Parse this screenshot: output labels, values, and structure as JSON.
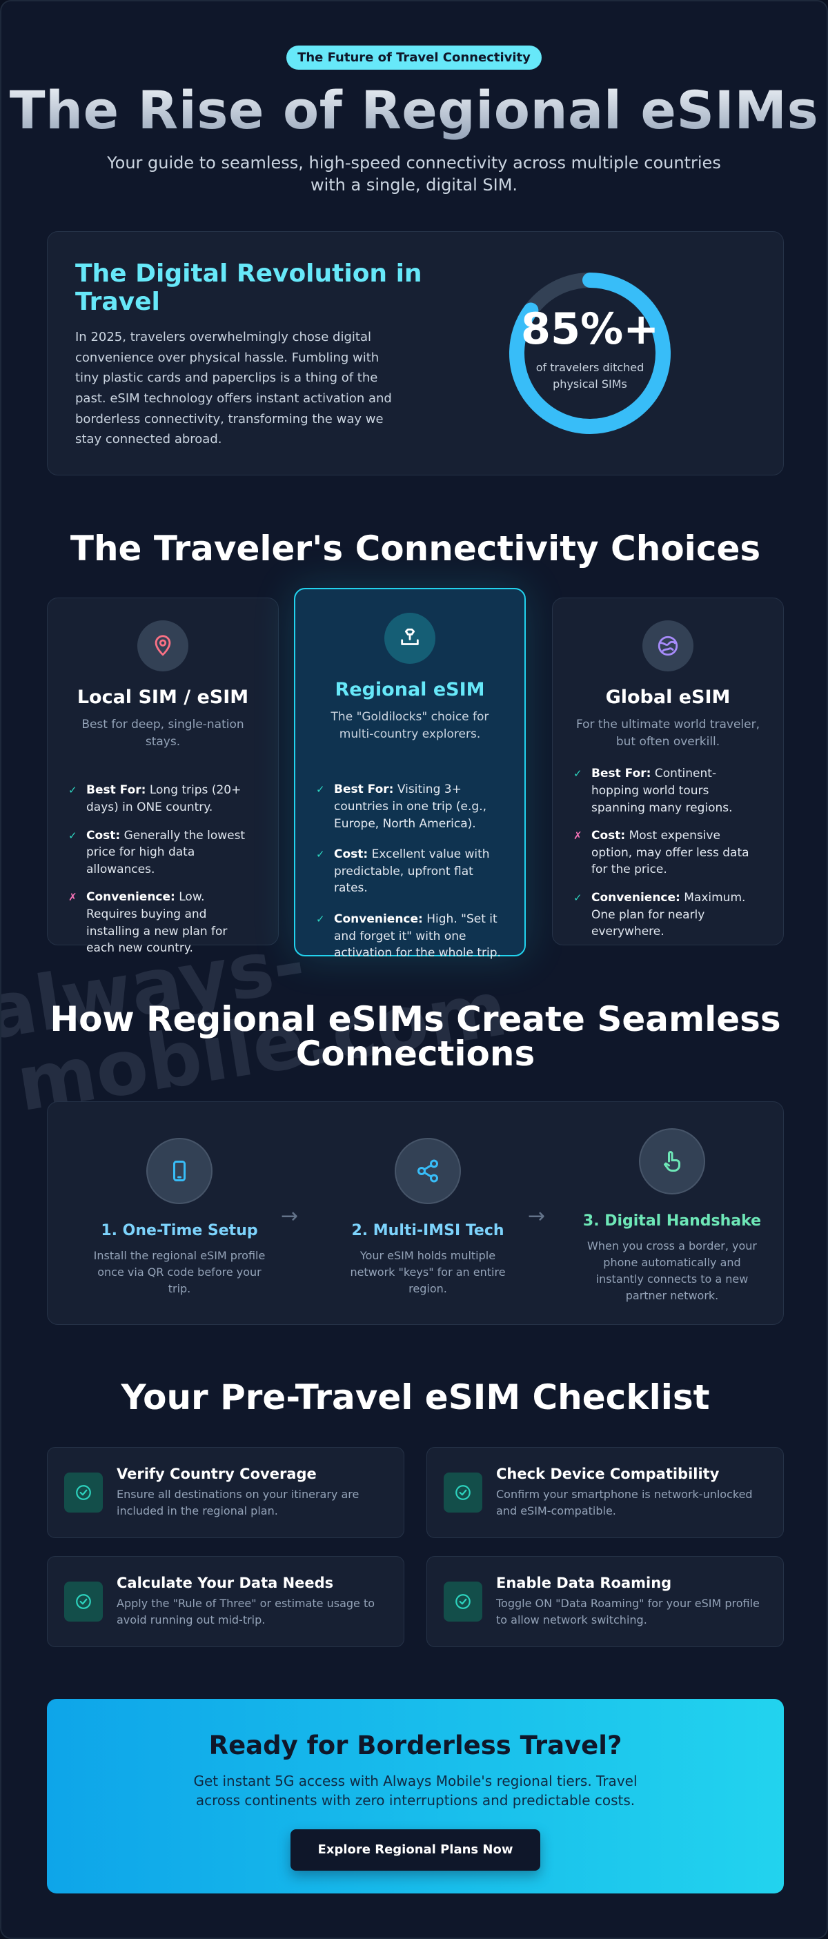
{
  "header": {
    "badge": "The Future of Travel Connectivity",
    "title": "The Rise of Regional eSIMs",
    "subtitle": "Your guide to seamless, high-speed connectivity across multiple countries with a single, digital SIM."
  },
  "revolution": {
    "title": "The Digital Revolution in Travel",
    "text": "In 2025, travelers overwhelmingly chose digital convenience over physical hassle. Fumbling with tiny plastic cards and paperclips is a thing of the past. eSIM technology offers instant activation and borderless connectivity, transforming the way we stay connected abroad.",
    "stat_value": "85%+",
    "stat_fraction": 0.85,
    "stat_caption": "of travelers ditched physical SIMs",
    "ring_color": "#38bdf8",
    "track_color": "#334155"
  },
  "choices": {
    "title": "The Traveler's Connectivity Choices",
    "cards": [
      {
        "title": "Local SIM / eSIM",
        "desc": "Best for deep, single-nation stays.",
        "icon": "location-pin-icon",
        "items": [
          {
            "mark": "✓",
            "type": "good",
            "label": "Best For:",
            "text": " Long trips (20+ days) in ONE country."
          },
          {
            "mark": "✓",
            "type": "good",
            "label": "Cost:",
            "text": " Generally the lowest price for high data allowances."
          },
          {
            "mark": "✗",
            "type": "bad",
            "label": "Convenience:",
            "text": " Low. Requires buying and installing a new plan for each new country."
          }
        ]
      },
      {
        "title": "Regional eSIM",
        "desc": "The \"Goldilocks\" choice for multi-country explorers.",
        "icon": "map-tray-icon",
        "items": [
          {
            "mark": "✓",
            "type": "good",
            "label": "Best For:",
            "text": " Visiting 3+ countries in one trip (e.g., Europe, North America)."
          },
          {
            "mark": "✓",
            "type": "good",
            "label": "Cost:",
            "text": " Excellent value with predictable, upfront flat rates."
          },
          {
            "mark": "✓",
            "type": "good",
            "label": "Convenience:",
            "text": " High. \"Set it and forget it\" with one activation for the whole trip."
          }
        ]
      },
      {
        "title": "Global eSIM",
        "desc": "For the ultimate world traveler, but often overkill.",
        "icon": "globe-icon",
        "items": [
          {
            "mark": "✓",
            "type": "good",
            "label": "Best For:",
            "text": " Continent-hopping world tours spanning many regions."
          },
          {
            "mark": "✗",
            "type": "bad",
            "label": "Cost:",
            "text": " Most expensive option, may offer less data for the price."
          },
          {
            "mark": "✓",
            "type": "good",
            "label": "Convenience:",
            "text": " Maximum. One plan for nearly everywhere."
          }
        ]
      }
    ]
  },
  "how": {
    "title_line1": "How Regional eSIMs Create Seamless",
    "title_line2": "Connections",
    "arrow": "→",
    "steps": [
      {
        "title": "1. One-Time Setup",
        "desc": "Install the regional eSIM profile once via QR code before your trip.",
        "icon": "smartphone-icon"
      },
      {
        "title": "2. Multi-IMSI Tech",
        "desc": "Your eSIM holds multiple network \"keys\" for an entire region.",
        "icon": "share-network-icon"
      },
      {
        "title": "3. Digital Handshake",
        "desc": "When you cross a border, your phone automatically and instantly connects to a new partner network.",
        "icon": "pointing-hand-icon"
      }
    ]
  },
  "checklist": {
    "title": "Your Pre-Travel eSIM Checklist",
    "items": [
      {
        "title": "Verify Country Coverage",
        "desc": "Ensure all destinations on your itinerary are included in the regional plan."
      },
      {
        "title": "Check Device Compatibility",
        "desc": "Confirm your smartphone is network-unlocked and eSIM-compatible."
      },
      {
        "title": "Calculate Your Data Needs",
        "desc": "Apply the \"Rule of Three\" or estimate usage to avoid running out mid-trip."
      },
      {
        "title": "Enable Data Roaming",
        "desc": "Toggle ON \"Data Roaming\" for your eSIM profile to allow network switching."
      }
    ]
  },
  "cta": {
    "title": "Ready for Borderless Travel?",
    "text": "Get instant 5G access with Always Mobile's regional tiers. Travel across continents with zero interruptions and predictable costs.",
    "button": "Explore Regional Plans Now"
  },
  "watermark": {
    "line1": "always-",
    "line2": "mobile.com"
  }
}
